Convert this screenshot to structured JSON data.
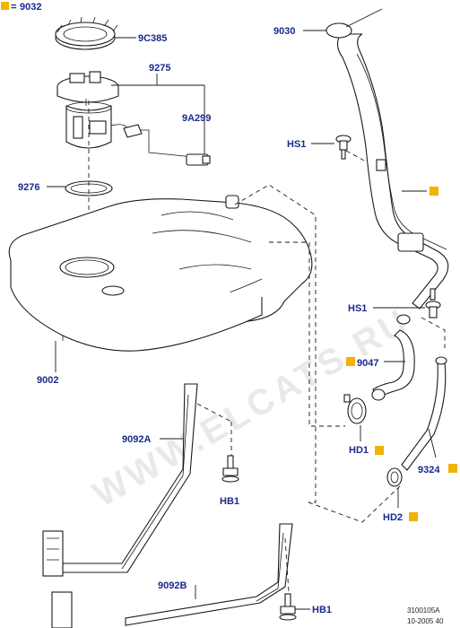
{
  "labels": {
    "p9032": "9032",
    "p9c385": "9C385",
    "p9275": "9275",
    "p9a299": "9A299",
    "p9276": "9276",
    "p9002": "9002",
    "p9092a": "9092A",
    "p9092b": "9092B",
    "p9030": "9030",
    "hs1_top": "HS1",
    "hs1_mid": "HS1",
    "p9047": "9047",
    "hd1": "HD1",
    "p9324": "9324",
    "hd2": "HD2",
    "hb1_left": "HB1",
    "hb1_right": "HB1"
  },
  "legend": {
    "equals": "="
  },
  "reference": {
    "code": "3100105A",
    "date": "10-2005 40"
  },
  "watermark": "WWW.ELCATS.RU",
  "colors": {
    "label": "#1a2a8c",
    "marker": "#f2b300",
    "line": "#1a1a1a"
  }
}
